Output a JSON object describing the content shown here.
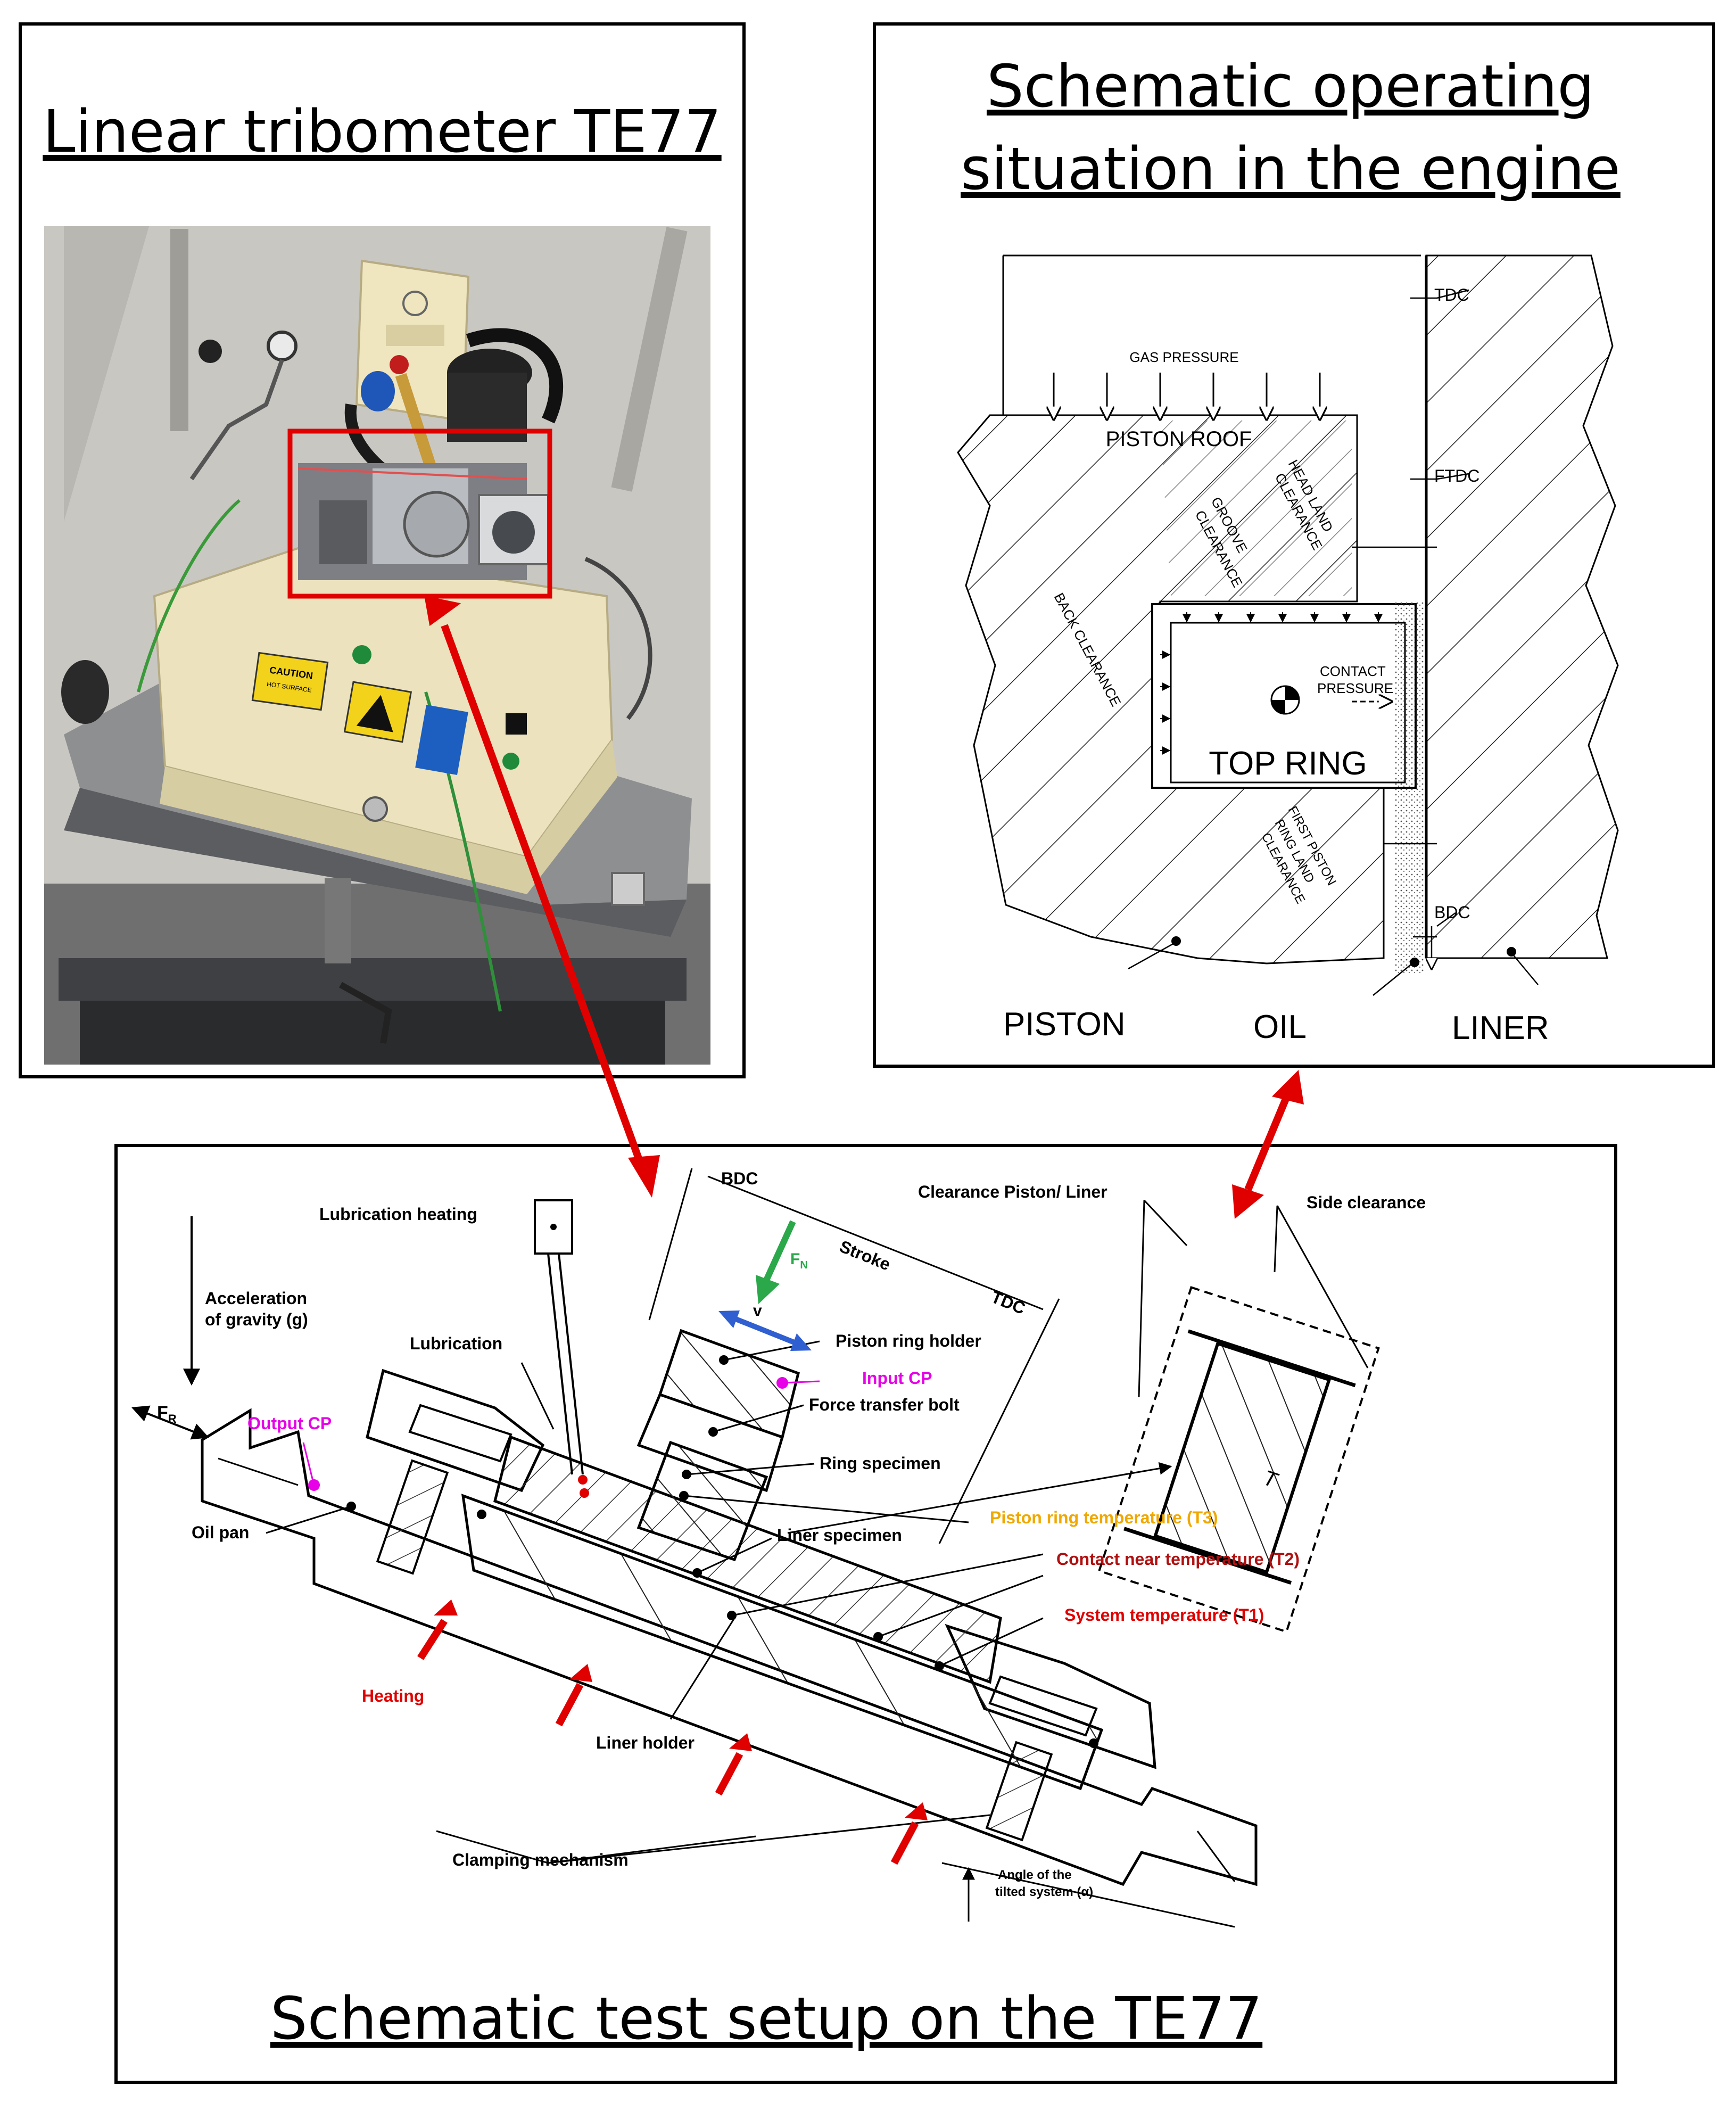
{
  "panels": {
    "photo": {
      "title": "Linear tribometer TE77"
    },
    "engine": {
      "title_line1": "Schematic operating",
      "title_line2": "situation in the engine"
    },
    "setup": {
      "title": "Schematic test setup on the TE77"
    }
  },
  "photo_labels": {
    "caution1": "CAUTION",
    "caution2": "HOT SURFACE"
  },
  "engine_labels": {
    "tdc": "TDC",
    "ftdc": "FTDC",
    "bdc": "BDC",
    "gas_pressure": "GAS PRESSURE",
    "piston_roof": "PISTON ROOF",
    "head_land_1": "HEAD LAND",
    "head_land_2": "CLEARANCE",
    "groove_1": "GROOVE",
    "groove_2": "CLEARANCE",
    "back_clearance": "BACK CLEARANCE",
    "contact_1": "CONTACT",
    "contact_2": "PRESSURE",
    "top_ring": "TOP RING",
    "first_land_1": "FIRST PISTON",
    "first_land_2": "RING LAND",
    "first_land_3": "CLEARANCE",
    "piston": "PISTON",
    "oil": "OIL",
    "liner": "LINER"
  },
  "setup_labels": {
    "lubrication_heating": "Lubrication heating",
    "accel_1": "Acceleration",
    "accel_2": "of gravity (g)",
    "lubrication": "Lubrication",
    "fr_main": "F",
    "fr_sub": "R",
    "output_cp": "Output CP",
    "oil_pan": "Oil pan",
    "heating": "Heating",
    "bdc": "BDC",
    "stroke": "Stroke",
    "tdc": "TDC",
    "fn_main": "F",
    "fn_sub": "N",
    "v": "v",
    "piston_ring_holder": "Piston ring holder",
    "input_cp": "Input CP",
    "force_transfer_bolt": "Force transfer bolt",
    "ring_specimen": "Ring specimen",
    "piston_ring_temp": "Piston ring temperature (T3)",
    "liner_specimen": "Liner specimen",
    "contact_near_temp": "Contact near temperature (T2)",
    "system_temp": "System temperature (T1)",
    "liner_holder": "Liner holder",
    "clamping_mechanism": "Clamping mechanism",
    "angle_1": "Angle of the",
    "angle_2": "tilted system (α)",
    "clearance_piston_liner": "Clearance Piston/ Liner",
    "side_clearance": "Side clearance",
    "t_label": "T"
  },
  "colors": {
    "red": "#e00000",
    "magenta": "#e800e8",
    "orange": "#f0a800",
    "darkred": "#b01010",
    "green": "#2aa84a",
    "blue": "#2f5fd0",
    "photo_cream": "#ece3be",
    "photo_bg": "#c9c7c2"
  }
}
